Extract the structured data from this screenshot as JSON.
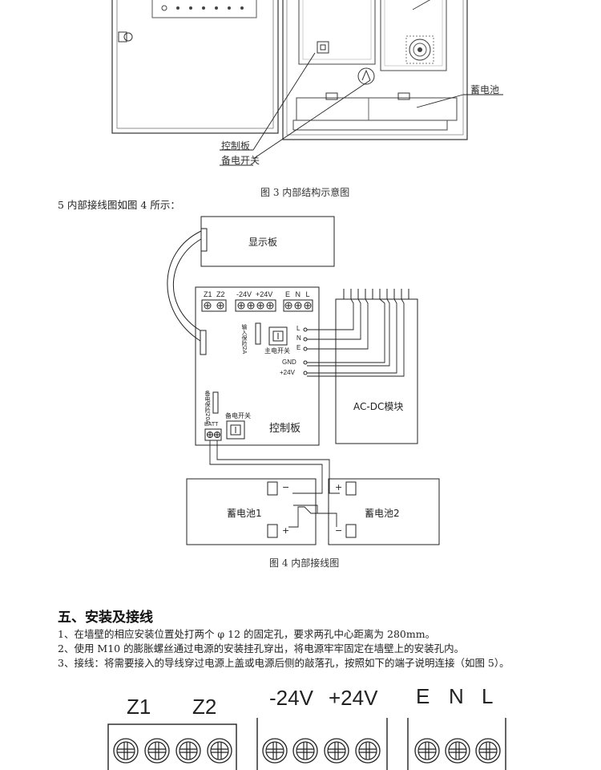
{
  "fig3": {
    "label_battery": "蓄电池",
    "label_control_board": "控制板",
    "label_backup_switch": "备电开关",
    "caption": "图 3  内部结构示意图"
  },
  "intro_line": "5 内部接线图如图 4 所示：",
  "fig4": {
    "display_board": "显示板",
    "control_board": "控制板",
    "acdc_module": "AC-DC模块",
    "battery1": "蓄电池1",
    "battery2": "蓄电池2",
    "terminal_z1": "Z1",
    "terminal_z2": "Z2",
    "terminal_neg24": "-24V",
    "terminal_pos24": "+24V",
    "terminal_enl": "E N L",
    "main_switch": "主电开关",
    "backup_switch": "备电开关",
    "main_fuse": "输入保险2A",
    "backup_fuse": "备电保险20A",
    "batt": "BATT",
    "pin_L": "L",
    "pin_N": "N",
    "pin_E": "E",
    "pin_gnd": "GND",
    "pin_24v": "+24V",
    "minus": "−",
    "plus": "+",
    "caption": "图 4  内部接线图"
  },
  "section5": {
    "heading": "五、安装及接线",
    "items": [
      "1、在墙壁的相应安装位置处打两个 φ 12 的固定孔，要求两孔中心距离为 280mm。",
      "2、使用 M10 的膨胀螺丝通过电源的安装挂孔穿出，将电源牢牢固定在墙壁上的安装孔内。",
      "3、接线：将需要接入的导线穿过电源上盖或电源后侧的敲落孔，按照如下的端子说明连接（如图 5）。"
    ]
  },
  "fig5": {
    "z1": "Z1",
    "z2": "Z2",
    "neg24": "-24V",
    "pos24": "+24V",
    "e": "E",
    "n": "N",
    "l": "L"
  }
}
